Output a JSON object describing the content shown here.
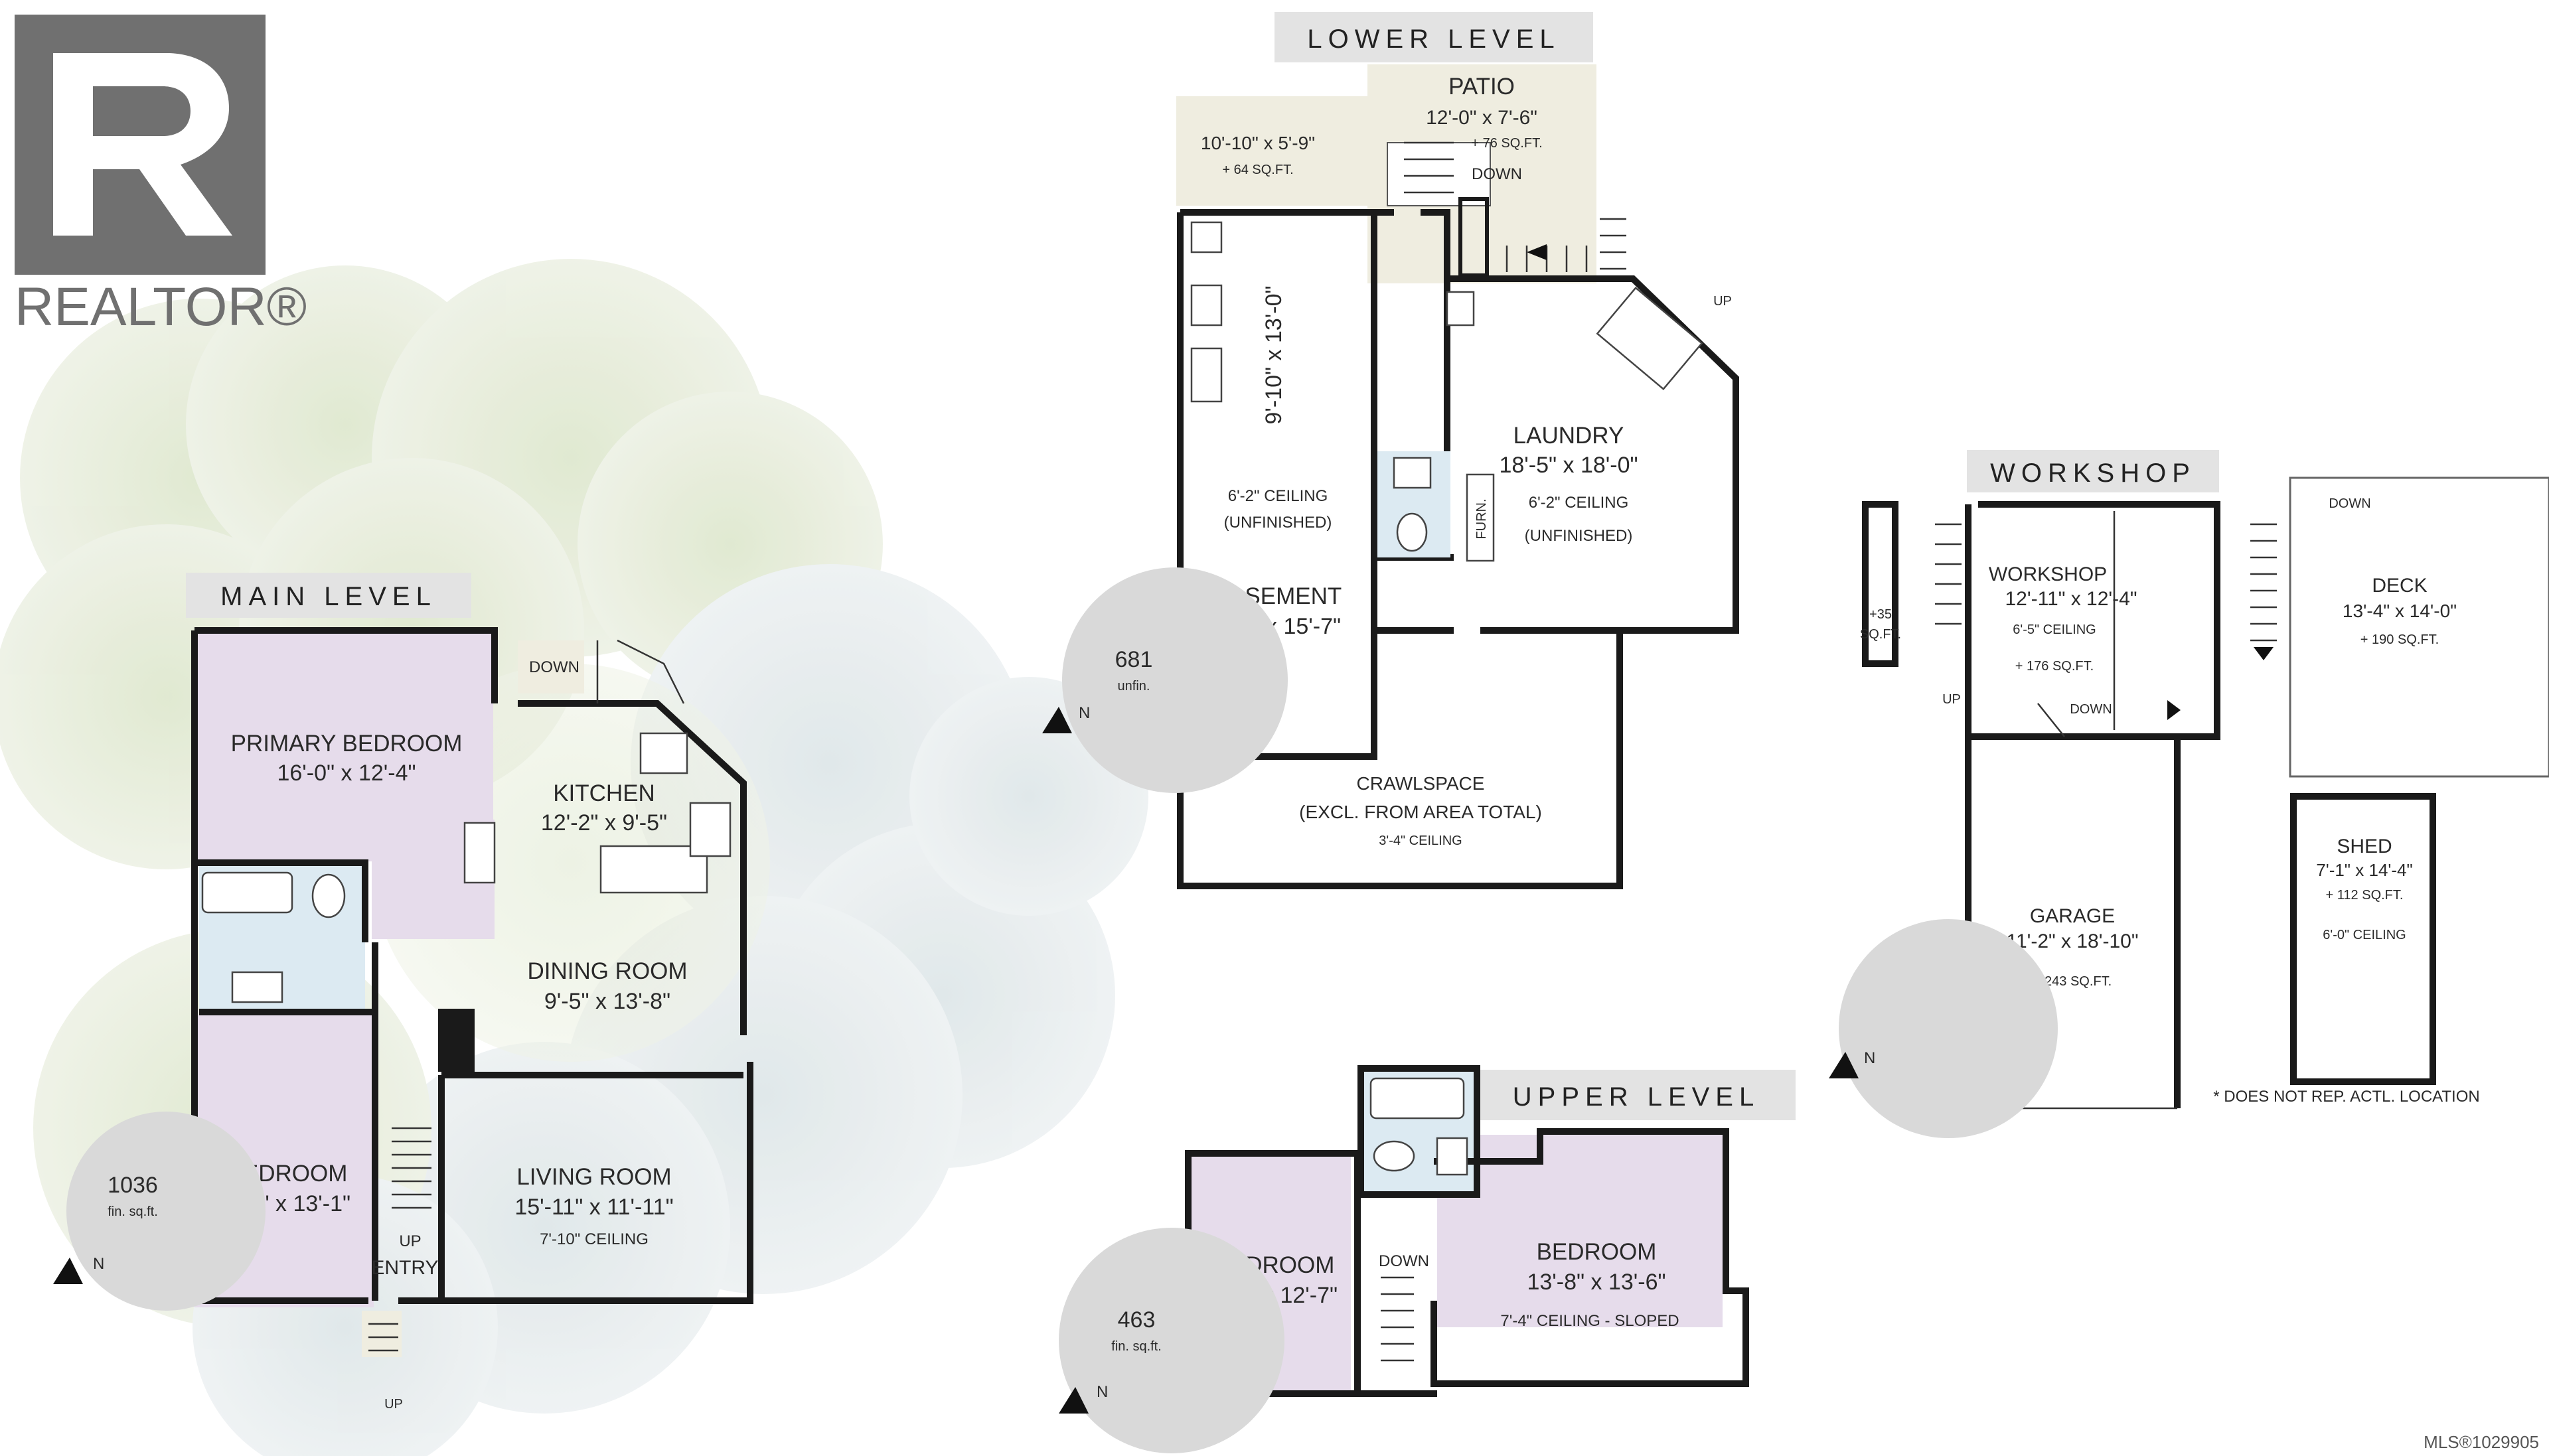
{
  "brand": {
    "logo_text": "REALTOR®"
  },
  "main_level": {
    "title": "MAIN LEVEL",
    "area_value": "1036",
    "area_unit": "fin. sq.ft.",
    "north": "N",
    "rooms": {
      "primary_name": "PRIMARY BEDROOM",
      "primary_dim": "16'-0\" x 12'-4\"",
      "kitchen_name": "KITCHEN",
      "kitchen_dim": "12'-2\" x 9'-5\"",
      "dining_name": "DINING ROOM",
      "dining_dim": "9'-5\" x 13'-8\"",
      "bedroom_name": "BEDROOM",
      "bedroom_dim": "9'-8\" x 13'-1\"",
      "living_name": "LIVING ROOM",
      "living_dim": "15'-11\" x 11'-11\"",
      "living_ceiling": "7'-10\" CEILING"
    },
    "labels": {
      "down": "DOWN",
      "up_stair": "UP",
      "entry": "ENTRY",
      "up_ext": "UP"
    }
  },
  "lower_level": {
    "title": "LOWER LEVEL",
    "area_value": "681",
    "area_unit": "unfin.",
    "north": "N",
    "rooms": {
      "ext_dim": "10'-10\" x 5'-9\"",
      "ext_sqft": "+ 64 SQ.FT.",
      "patio_name": "PATIO",
      "patio_dim": "12'-0\" x 7'-6\"",
      "patio_sqft": "+ 76 SQ.FT.",
      "down": "DOWN",
      "up": "UP",
      "basement_side_dim": "9'-10\" x 13'-0\"",
      "basement_ceiling": "6'-2\" CEILING",
      "basement_unfinished": "(UNFINISHED)",
      "basement_name": "BASEMENT",
      "basement_dim": "9'-9\" x 15'-7\"",
      "laundry_name": "LAUNDRY",
      "laundry_dim": "18'-5\" x 18'-0\"",
      "laundry_ceiling": "6'-2\" CEILING",
      "laundry_unfinished": "(UNFINISHED)",
      "furn": "FURN.",
      "crawl_name": "CRAWLSPACE",
      "crawl_excl": "(EXCL. FROM AREA TOTAL)",
      "crawl_ceiling": "3'-4\" CEILING"
    }
  },
  "upper_level": {
    "title": "UPPER LEVEL",
    "area_value": "463",
    "area_unit": "fin. sq.ft.",
    "north": "N",
    "rooms": {
      "bed1_name": "BEDROOM",
      "bed1_dim": "9'-7\" x 12'-7\"",
      "down": "DOWN",
      "bed2_name": "BEDROOM",
      "bed2_dim": "13'-8\" x 13'-6\"",
      "bed2_ceiling": "7'-4\" CEILING - SLOPED"
    }
  },
  "workshop": {
    "title": "WORKSHOP",
    "north": "N",
    "rooms": {
      "ws_name": "WORKSHOP",
      "ws_dim": "12'-11\" x 12'-4\"",
      "ws_ceiling": "6'-5\" CEILING",
      "ws_sqft": "+ 176 SQ.FT.",
      "ws_down": "DOWN",
      "ws_up": "UP",
      "closet_sqft_a": "+35",
      "closet_sqft_b": "SQ.FT.",
      "deck_down": "DOWN",
      "deck_name": "DECK",
      "deck_dim": "13'-4\" x 14'-0\"",
      "deck_sqft": "+ 190 SQ.FT.",
      "garage_name": "GARAGE",
      "garage_dim": "11'-2\" x 18'-10\"",
      "garage_sqft": "+ 243 SQ.FT.",
      "shed_name": "SHED",
      "shed_dim": "7'-1\" x 14'-4\"",
      "shed_sqft": "+ 112 SQ.FT.",
      "shed_ceiling": "6'-0\" CEILING"
    },
    "note": "* DOES NOT REP. ACTL. LOCATION"
  },
  "footer": {
    "mls": "MLS®1029905"
  },
  "colors": {
    "bedroom_fill": "#e6dceb",
    "bath_fill": "#dceaf2",
    "exterior_fill": "#efede0",
    "label_bar": "#e3e3e3",
    "area_circle": "#d9d9d9",
    "wall": "#1a1a1a",
    "logo": "#707070"
  }
}
